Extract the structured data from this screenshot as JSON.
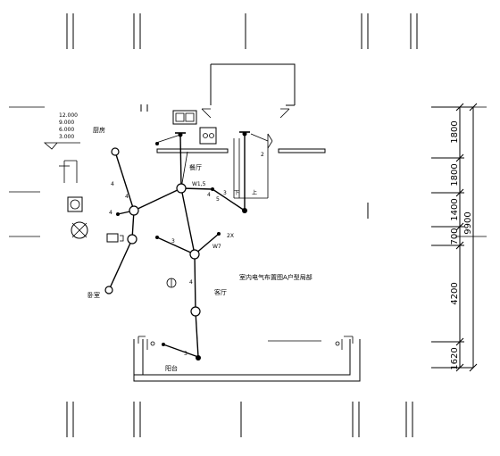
{
  "plan": {
    "caption": "室内电气布置图A户型局部",
    "rooms": {
      "kitchen": "厨房",
      "dining": "餐厅",
      "living": "客厅",
      "bedroom": "卧室",
      "balcony": "阳台"
    },
    "elevations": [
      "12.000",
      "9.000",
      "6.000",
      "3.000"
    ],
    "wire_tags": {
      "w1": "W1,5",
      "w7": "W7",
      "wire_count": "2X"
    },
    "circuit_counts": [
      "4",
      "3",
      "4",
      "4",
      "3",
      "5",
      "4",
      "4",
      "3",
      "2"
    ],
    "misc": {
      "up": "上",
      "down": "下"
    },
    "dimensions": {
      "segments": [
        "1800",
        "1800",
        "1400",
        "700",
        "4200",
        "1620"
      ],
      "total": "9900"
    }
  }
}
